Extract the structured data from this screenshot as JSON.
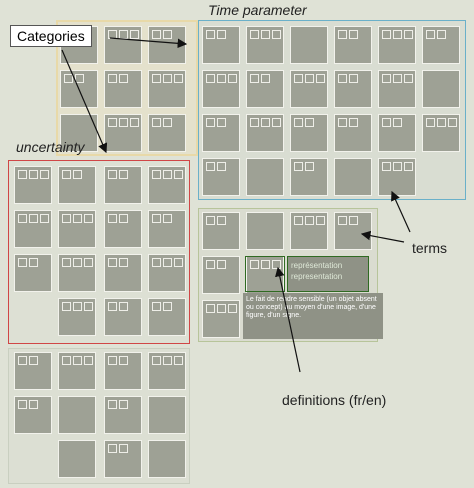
{
  "labels": {
    "categories": "Categories",
    "time_parameter": "Time parameter",
    "uncertainty": "uncertainty",
    "terms": "terms",
    "definitions": "definitions (fr/en)"
  },
  "representation": {
    "line1": "représentation",
    "line2": "representation"
  },
  "definition_text": "Le fait de rendre sensible (un objet absent ou concept) au moyen d'une image, d'une figure, d'un signe.",
  "colors": {
    "background": "#dfe2d6",
    "cell": "#9ea195",
    "time_region_border": "#6ab0c9",
    "uncertainty_region_border": "#d04646",
    "categories_region_border": "#e8d9a8",
    "terms_region_border": "#b7c49a",
    "definition_highlight": "#2f6a22"
  }
}
